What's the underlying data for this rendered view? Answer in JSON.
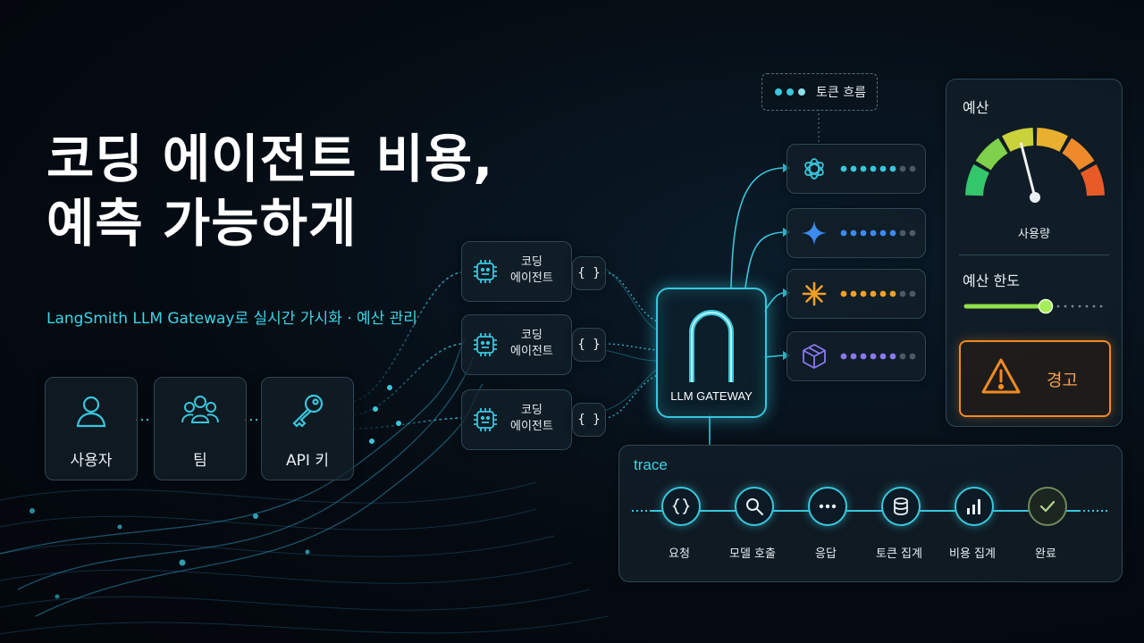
{
  "headline": {
    "line1": "코딩 에이전트 비용,",
    "line2": "예측 가능하게"
  },
  "subtitle": "LangSmith LLM Gateway로 실시간 가시화 · 예산 관리",
  "identities": [
    {
      "label": "사용자",
      "icon": "user-icon"
    },
    {
      "label": "팀",
      "icon": "team-icon"
    },
    {
      "label": "API 키",
      "icon": "key-icon"
    }
  ],
  "agents": [
    {
      "line1": "코딩",
      "line2": "에이전트",
      "brace": "{ }"
    },
    {
      "line1": "코딩",
      "line2": "에이전트",
      "brace": "{ }"
    },
    {
      "line1": "코딩",
      "line2": "에이전트",
      "brace": "{ }"
    }
  ],
  "gateway": {
    "label": "LLM GATEWAY"
  },
  "token_flow": {
    "label": "토큰 흐름"
  },
  "providers": [
    {
      "icon": "openai-icon",
      "color": "#39c6dc"
    },
    {
      "icon": "gemini-star-icon",
      "color": "#3d8af0"
    },
    {
      "icon": "anthropic-burst-icon",
      "color": "#f0a028"
    },
    {
      "icon": "cube-icon",
      "color": "#8a78f0"
    }
  ],
  "budget": {
    "title": "예산",
    "usage_label": "사용량",
    "usage_level": 0.42,
    "limit_label": "예산 한도",
    "limit_level": 0.58,
    "warning_label": "경고"
  },
  "trace": {
    "title": "trace",
    "steps": [
      {
        "label": "요청",
        "icon": "braces-icon"
      },
      {
        "label": "모델 호출",
        "icon": "search-icon"
      },
      {
        "label": "응답",
        "icon": "ellipsis-icon"
      },
      {
        "label": "토큰 집계",
        "icon": "database-icon"
      },
      {
        "label": "비용 집계",
        "icon": "bar-chart-icon"
      },
      {
        "label": "완료",
        "icon": "check-icon"
      }
    ]
  },
  "colors": {
    "accent": "#39c6dc",
    "warning": "#f08a24",
    "slider": "#8fe04a"
  }
}
